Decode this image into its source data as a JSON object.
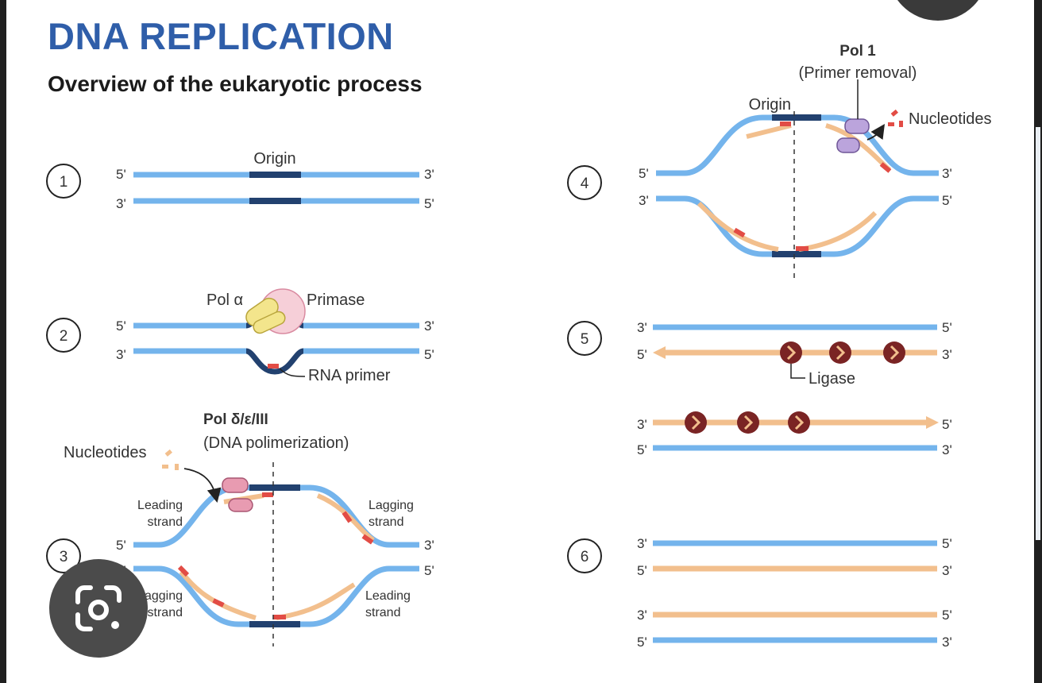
{
  "title": "DNA REPLICATION",
  "subtitle": "Overview of the eukaryotic process",
  "steps": [
    "1",
    "2",
    "3",
    "4",
    "5",
    "6"
  ],
  "strand_ends": {
    "five": "5'",
    "three": "3'"
  },
  "labels": {
    "origin": "Origin",
    "pol_alpha": "Pol α",
    "primase": "Primase",
    "rna_primer": "RNA primer",
    "pol_delta": "Pol δ/ε/III",
    "dna_polimerization": "(DNA polimerization)",
    "nucleotides": "Nucleotides",
    "leading": "Leading",
    "lagging": "Lagging",
    "strand": "strand",
    "pol1": "Pol 1",
    "primer_removal": "(Primer removal)",
    "ligase": "Ligase"
  },
  "colors": {
    "title": "#2f5ea9",
    "parent_strand": "#74b4ec",
    "origin": "#22416f",
    "new_strand": "#f2bf8d",
    "primer": "#e24c45",
    "pol_alpha": "#f3e58c",
    "primase": "#f6cfd8",
    "pol_delta": "#e89bb1",
    "pol1": "#bba4dc",
    "ligase": "#7a2424"
  },
  "icons": {
    "lens": "google-lens-icon"
  }
}
